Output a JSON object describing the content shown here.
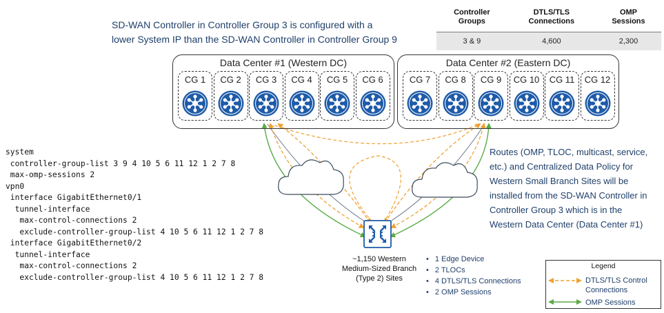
{
  "caption": {
    "line1": "SD-WAN Controller in Controller Group 3 is configured with a",
    "line2": "lower System IP than the SD-WAN Controller in Controller Group 9"
  },
  "stats_table": {
    "headers": [
      "Controller\nGroups",
      "DTLS/TLS\nConnections",
      "OMP\nSessions"
    ],
    "row": [
      "3 & 9",
      "4,600",
      "2,300"
    ]
  },
  "data_centers": [
    {
      "title": "Data Center #1 (Western DC)",
      "groups": [
        "CG 1",
        "CG 2",
        "CG 3",
        "CG 4",
        "CG 5",
        "CG 6"
      ]
    },
    {
      "title": "Data Center #2 (Eastern DC)",
      "groups": [
        "CG 7",
        "CG 8",
        "CG 9",
        "CG 10",
        "CG 11",
        "CG 12"
      ]
    }
  ],
  "config_lines": [
    "system",
    " controller-group-list 3 9 4 10 5 6 11 12 1 2 7 8",
    " max-omp-sessions 2",
    "vpn0",
    " interface GigabitEthernet0/1",
    "  tunnel-interface",
    "   max-control-connections 2",
    "   exclude-controller-group-list 4 10 5 6 11 12 1 2 7 8",
    " interface GigabitEthernet0/2",
    "  tunnel-interface",
    "   max-control-connections 2",
    "   exclude-controller-group-list 4 10 5 6 11 12 1 2 7 8"
  ],
  "routes_note": "Routes (OMP, TLOC, multicast, service, etc.) and Centralized Data Policy for Western Small Branch Sites will be installed from the SD-WAN Controller in Controller Group 3 which is in the Western Data Center (Data Center #1)",
  "branch": {
    "label_line1": "~1,150 Western",
    "label_line2": "Medium-Sized Branch",
    "label_line3": "(Type 2) Sites"
  },
  "branch_facts": [
    "1 Edge Device",
    "2 TLOCs",
    "4 DTLS/TLS  Connections",
    "2 OMP Sessions"
  ],
  "legend": {
    "title": "Legend",
    "items": [
      {
        "label": "DTLS/TLS Control Connections",
        "style": "dashed",
        "color": "#f0a030"
      },
      {
        "label": "OMP Sessions",
        "style": "solid",
        "color": "#5aab46"
      }
    ]
  },
  "colors": {
    "controller_icon": "#1e5ba8",
    "dtls_line": "#f0a030",
    "omp_line": "#5aab46",
    "router": "#1e5ba8",
    "text_blue": "#1f3f6a"
  }
}
